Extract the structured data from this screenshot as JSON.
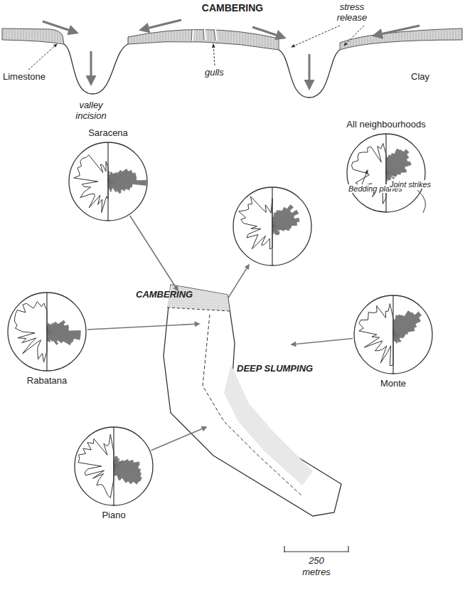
{
  "diagram": {
    "title": "CAMBERING",
    "nodes": [
      {
        "text": [
          "Saracena"
        ]
      },
      {
        "text": [
          "All neighbourhoods",
          "Bedding planes",
          "Joint strikes"
        ]
      },
      {
        "text": [
          "CAMBERING",
          "DEEP SLUMPING"
        ]
      },
      {
        "text": [
          "Rabatana"
        ]
      },
      {
        "text": [
          "Monte"
        ]
      },
      {
        "text": [
          "Piano"
        ]
      }
    ],
    "edges": [
      {
        "from": 0,
        "to": 2,
        "arrow": "to"
      },
      {
        "from": 3,
        "to": 2,
        "arrow": "to"
      },
      {
        "from": 4,
        "to": 2,
        "arrow": "to"
      },
      {
        "from": 5,
        "to": 2,
        "arrow": "to"
      }
    ],
    "labels": [
      "stress release",
      "Limestone",
      "gulls",
      "Clay",
      "valley incision",
      "250",
      "metres"
    ]
  }
}
